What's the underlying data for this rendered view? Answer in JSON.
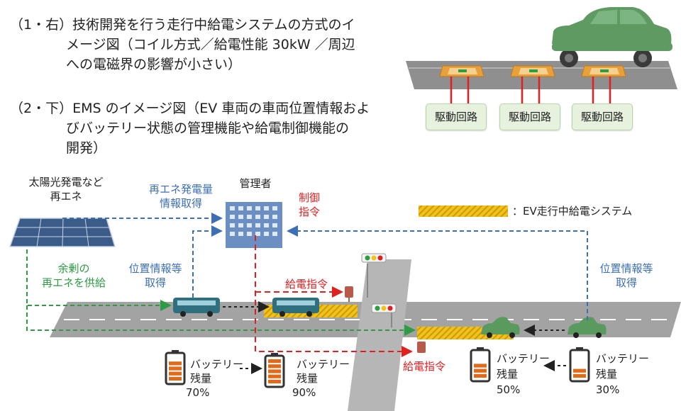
{
  "captions": {
    "line1": "（1・右）技術開発を行う走行中給電システムの方式のイ",
    "line2": "メージ図（コイル方式／給電性能 30kW ／周辺",
    "line3": "への電磁界の影響が小さい）",
    "line4": "（2・下）EMS のイメージ図（EV 車両の車両位置情報およ",
    "line5": "びバッテリー状態の管理機能や給電制御機能の",
    "line6": "開発）"
  },
  "coil_diagram": {
    "drive_circuits": [
      "駆動回路",
      "駆動回路",
      "駆動回路"
    ]
  },
  "ems": {
    "solar_label_1": "太陽光発電など",
    "solar_label_2": "再エネ",
    "renew_info_1": "再エネ発電量",
    "renew_info_2": "情報取得",
    "manager": "管理者",
    "control_1": "制御",
    "control_2": "指令",
    "legend": "：EV走行中給電システム",
    "surplus_1": "余剰の",
    "surplus_2": "再エネを供給",
    "pos_left_1": "位置情報等",
    "pos_left_2": "取得",
    "pos_right_1": "位置情報等",
    "pos_right_2": "取得",
    "feed_cmd_top": "給電指令",
    "feed_cmd_bottom": "給電指令",
    "batteries": [
      {
        "label_1": "バッテリー",
        "label_2": "残量",
        "pct": "70%",
        "level": 0.7
      },
      {
        "label_1": "バッテリー",
        "label_2": "残量",
        "pct": "90%",
        "level": 0.9
      },
      {
        "label_1": "バッテリー",
        "label_2": "残量",
        "pct": "50%",
        "level": 0.5
      },
      {
        "label_1": "バッテリー",
        "label_2": "残量",
        "pct": "30%",
        "level": 0.3
      }
    ]
  },
  "colors": {
    "blue": "#3d6fb5",
    "green": "#2e9b45",
    "red": "#e02020",
    "coil_orange": "#e8a13a",
    "stripe_yellow": "#f2c21a",
    "car_green": "#5a9a5e",
    "bus_teal": "#2f6f7e",
    "road_gray": "#9b9b9b"
  }
}
